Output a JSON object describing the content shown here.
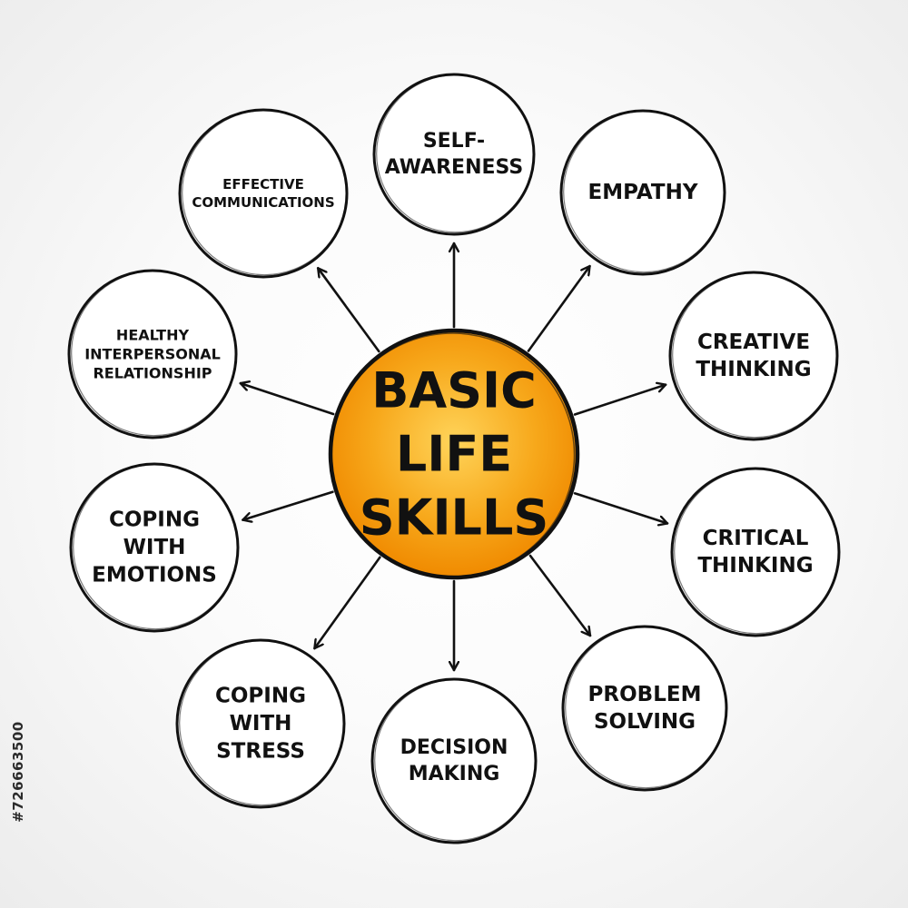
{
  "diagram": {
    "center": {
      "lines": [
        "BASIC",
        "LIFE",
        "SKILLS"
      ],
      "color": "#f7a81b",
      "color_light": "#ffd45a",
      "color_dark": "#f08a00"
    },
    "nodes": [
      {
        "id": "self-awareness",
        "lines": [
          "SELF-",
          "AWARENESS"
        ]
      },
      {
        "id": "empathy",
        "lines": [
          "EMPATHY"
        ]
      },
      {
        "id": "creative-thinking",
        "lines": [
          "CREATIVE",
          "THINKING"
        ]
      },
      {
        "id": "critical-thinking",
        "lines": [
          "CRITICAL",
          "THINKING"
        ]
      },
      {
        "id": "problem-solving",
        "lines": [
          "PROBLEM",
          "SOLVING"
        ]
      },
      {
        "id": "decision-making",
        "lines": [
          "DECISION",
          "MAKING"
        ]
      },
      {
        "id": "coping-with-stress",
        "lines": [
          "COPING",
          "WITH",
          "STRESS"
        ]
      },
      {
        "id": "coping-with-emotions",
        "lines": [
          "COPING",
          "WITH",
          "EMOTIONS"
        ]
      },
      {
        "id": "healthy-interpersonal-relationship",
        "lines": [
          "HEALTHY",
          "INTERPERSONAL",
          "RELATIONSHIP"
        ]
      },
      {
        "id": "effective-communications",
        "lines": [
          "EFFECTIVE",
          "COMMUNICATIONS"
        ]
      }
    ],
    "stroke_color": "#111111"
  },
  "watermark": {
    "text": "#726663500"
  }
}
